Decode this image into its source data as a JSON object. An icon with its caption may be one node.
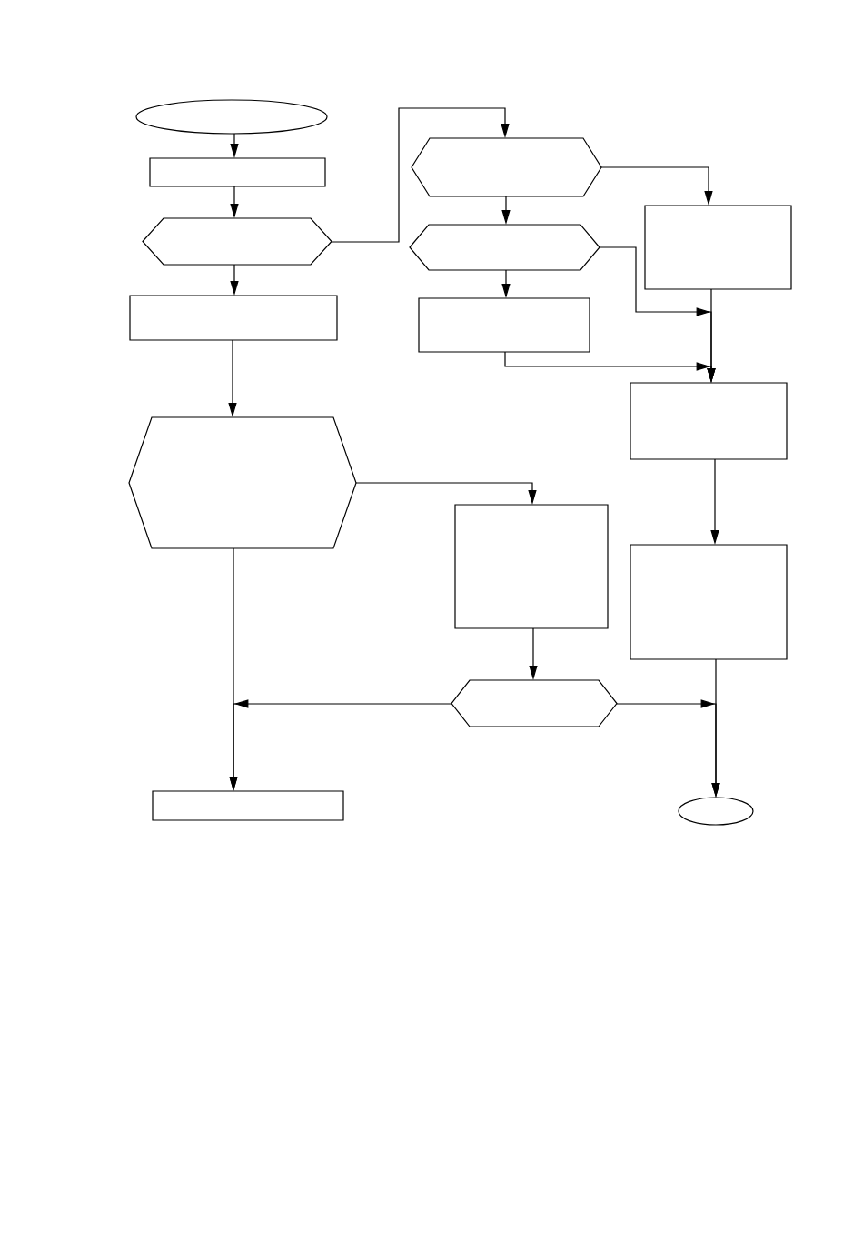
{
  "diagram": {
    "nodes": [
      {
        "text": [],
        "shape": "ellipse"
      },
      {
        "text": [],
        "shape": "box"
      },
      {
        "text": [],
        "shape": "hexagon"
      },
      {
        "text": [],
        "shape": "box"
      },
      {
        "text": [],
        "shape": "hexagon"
      },
      {
        "text": [],
        "shape": "box"
      },
      {
        "text": [],
        "shape": "hexagon"
      },
      {
        "text": [],
        "shape": "hexagon"
      },
      {
        "text": [],
        "shape": "box"
      },
      {
        "text": [],
        "shape": "box"
      },
      {
        "text": [],
        "shape": "box"
      },
      {
        "text": [],
        "shape": "box"
      },
      {
        "text": [],
        "shape": "box"
      },
      {
        "text": [],
        "shape": "hexagon"
      },
      {
        "text": [],
        "shape": "ellipse"
      }
    ],
    "edges": [
      {
        "from": 0,
        "to": 1,
        "arrow": "to"
      },
      {
        "from": 1,
        "to": 2,
        "arrow": "to"
      },
      {
        "from": 2,
        "to": 3,
        "arrow": "to"
      },
      {
        "from": 2,
        "to": 6,
        "arrow": "to"
      },
      {
        "from": 3,
        "to": 4,
        "arrow": "to"
      },
      {
        "from": 4,
        "to": 11,
        "arrow": "to"
      },
      {
        "from": 4,
        "to": 5,
        "arrow": "to"
      },
      {
        "from": 6,
        "to": 7,
        "arrow": "to"
      },
      {
        "from": 6,
        "to": 9,
        "arrow": "to"
      },
      {
        "from": 7,
        "to": 8,
        "arrow": "to"
      },
      {
        "from": 7,
        "to": 10,
        "arrow": "to"
      },
      {
        "from": 8,
        "to": 10,
        "arrow": "to"
      },
      {
        "from": 9,
        "to": 10,
        "arrow": "to"
      },
      {
        "from": 11,
        "to": 13,
        "arrow": "to"
      },
      {
        "from": 13,
        "to": 5,
        "arrow": "to"
      },
      {
        "from": 13,
        "to": 14,
        "arrow": "to"
      },
      {
        "from": 10,
        "to": 12,
        "arrow": "to"
      },
      {
        "from": 12,
        "to": 14,
        "arrow": "to"
      }
    ]
  }
}
